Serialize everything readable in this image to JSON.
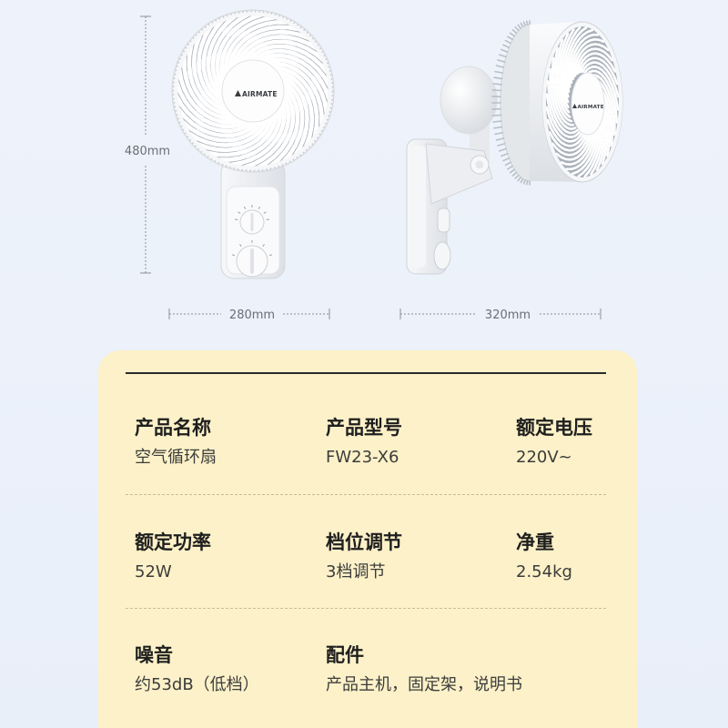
{
  "brand": {
    "logo_text": "AIRMATE"
  },
  "dimensions": {
    "height_label": "480mm",
    "front_width_label": "280mm",
    "side_depth_label": "320mm"
  },
  "specs": {
    "rows": [
      [
        {
          "label": "产品名称",
          "value": "空气循环扇"
        },
        {
          "label": "产品型号",
          "value": "FW23-X6"
        },
        {
          "label": "额定电压",
          "value": "220V~"
        }
      ],
      [
        {
          "label": "额定功率",
          "value": "52W"
        },
        {
          "label": "档位调节",
          "value": "3档调节"
        },
        {
          "label": "净重",
          "value": "2.54kg"
        }
      ],
      [
        {
          "label": "噪音",
          "value": "约53dB（低档）"
        },
        {
          "label": "配件",
          "value": "产品主机，固定架，说明书"
        }
      ]
    ]
  },
  "colors": {
    "page_background": "#eef3fb",
    "panel_background": "#fcf1c8",
    "label_text": "#1e1e1e",
    "value_text": "#3c3c3c"
  }
}
